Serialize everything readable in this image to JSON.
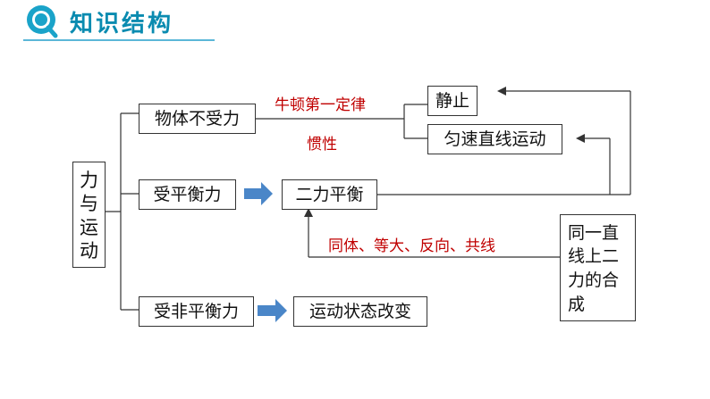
{
  "header": {
    "title": "知识结构"
  },
  "diagram": {
    "root_chars": [
      "力",
      "与",
      "运",
      "动"
    ],
    "branch_no_force": "物体不受力",
    "branch_balanced": "受平衡力",
    "branch_unbalanced": "受非平衡力",
    "label_newton": "牛顿第一定律",
    "label_inertia": "惯性",
    "result_rest": "静止",
    "result_uniform": "匀速直线运动",
    "result_two_force_balance": "二力平衡",
    "result_state_change": "运动状态改变",
    "label_conditions": "同体、等大、反向、共线",
    "collinear_box_lines": [
      "同一直",
      "线上二",
      "力的合",
      "成"
    ]
  },
  "colors": {
    "accent": "#0a8bb0",
    "arrow_fill": "#4a86c8",
    "red_text": "#c00000"
  }
}
